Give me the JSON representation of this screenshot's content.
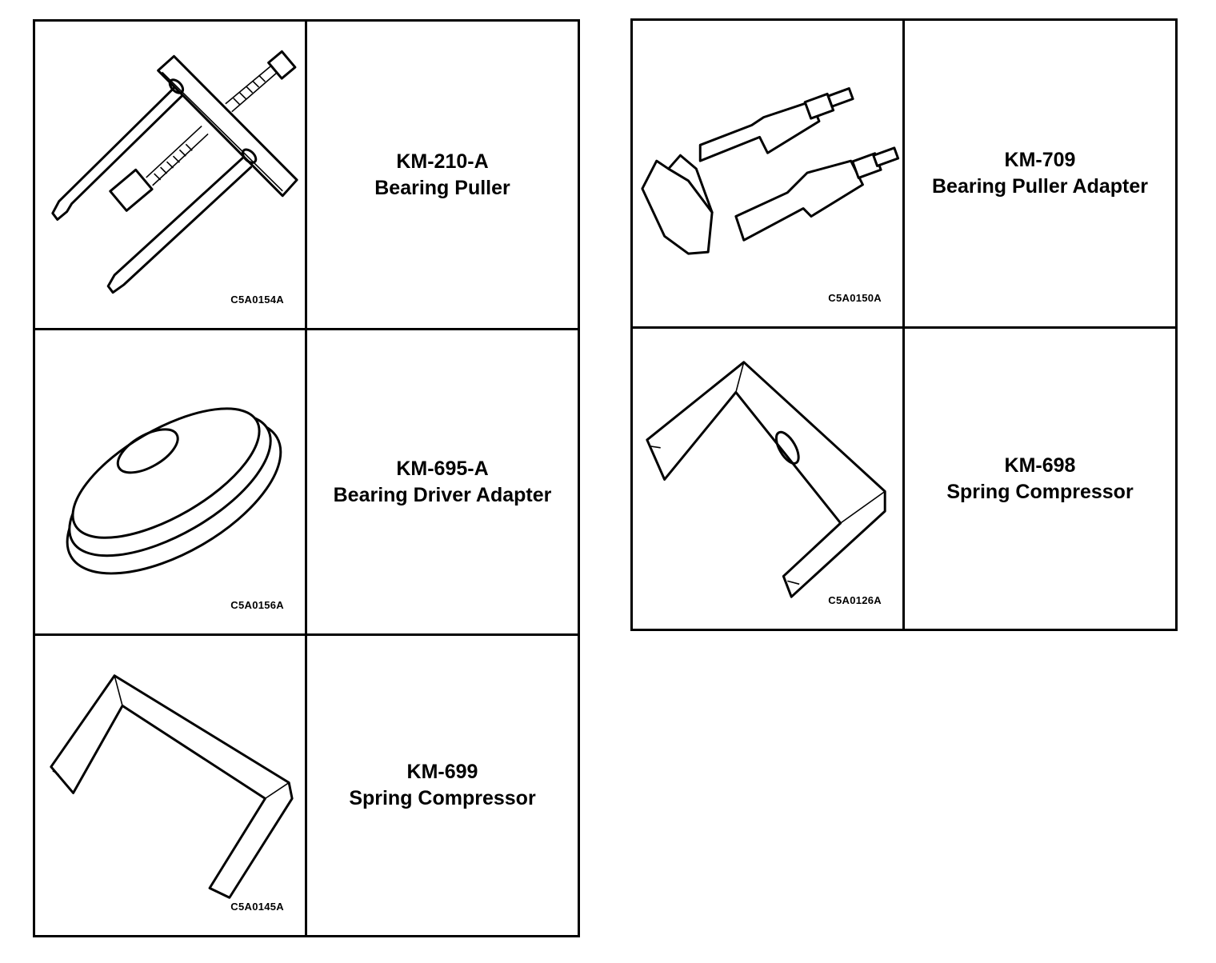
{
  "tools": [
    {
      "part_number": "KM-210-A",
      "name": "Bearing Puller",
      "figure_code": "C5A0154A",
      "icon": "bearing-puller-icon"
    },
    {
      "part_number": "KM-695-A",
      "name": "Bearing Driver Adapter",
      "figure_code": "C5A0156A",
      "icon": "bearing-driver-adapter-icon"
    },
    {
      "part_number": "KM-699",
      "name": "Spring Compressor",
      "figure_code": "C5A0145A",
      "icon": "spring-compressor-icon"
    },
    {
      "part_number": "KM-709",
      "name": "Bearing Puller Adapter",
      "figure_code": "C5A0150A",
      "icon": "bearing-puller-adapter-icon"
    },
    {
      "part_number": "KM-698",
      "name": "Spring Compressor",
      "figure_code": "C5A0126A",
      "icon": "spring-compressor-icon"
    }
  ]
}
